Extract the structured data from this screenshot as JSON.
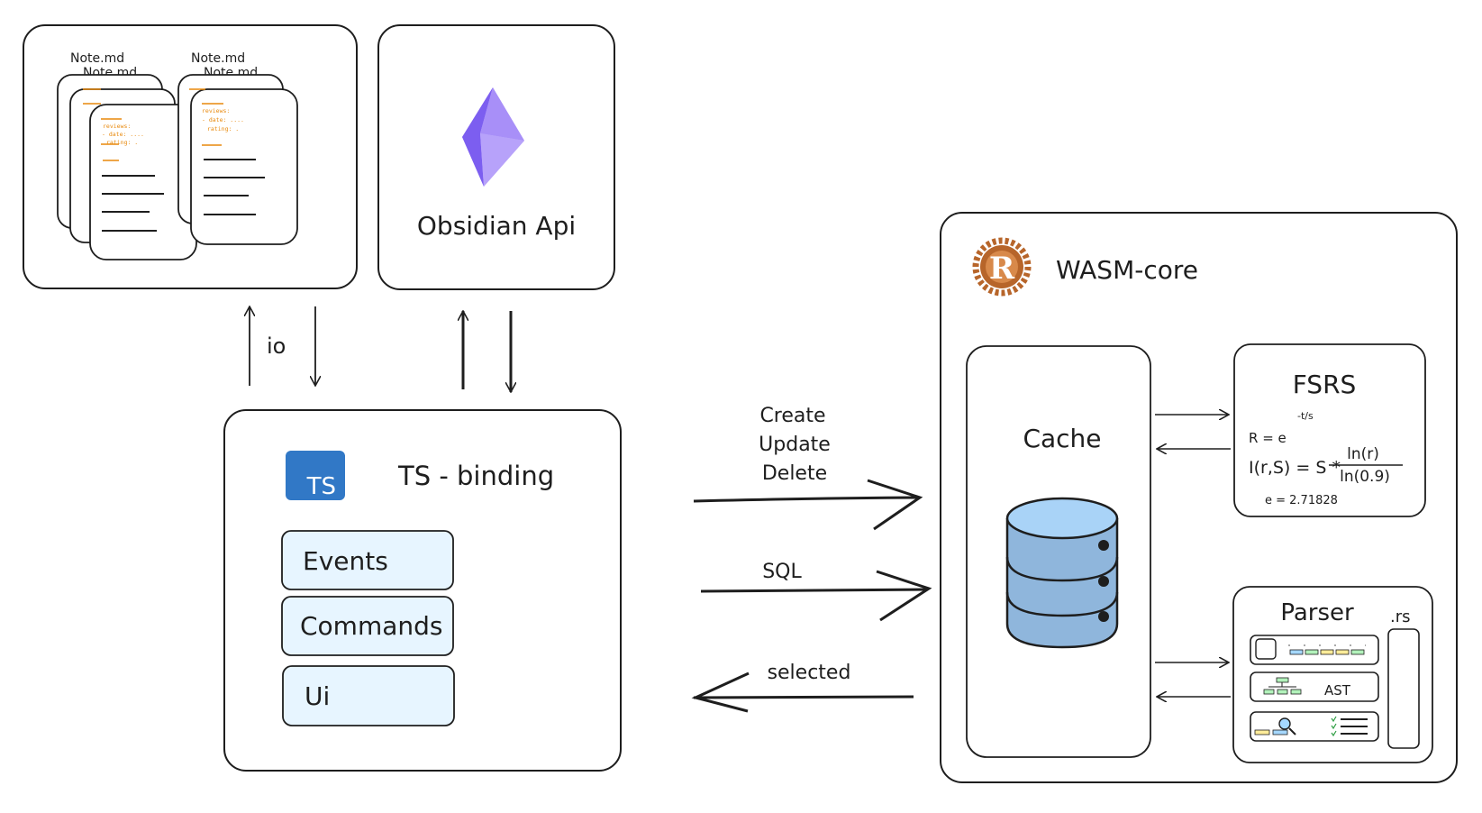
{
  "notes": {
    "filename": "Note.md",
    "frontmatter": [
      "reviews:",
      "- date: ....",
      "rating: ."
    ]
  },
  "obsidian": {
    "label": "Obsidian Api"
  },
  "io_label": "io",
  "ts": {
    "badge": "TS",
    "title": "TS - binding",
    "modules": [
      "Events",
      "Commands",
      "Ui"
    ]
  },
  "arrows": {
    "crud": [
      "Create",
      "Update",
      "Delete"
    ],
    "sql": "SQL",
    "selected": "selected"
  },
  "wasm": {
    "logo_letter": "R",
    "title": "WASM-core",
    "cache": "Cache",
    "fsrs": {
      "title": "FSRS",
      "r_formula": "R = e",
      "exponent": "-t/s",
      "i_formula": "I(r,S) = S *",
      "numerator": "ln(r)",
      "denominator": "ln(0.9)",
      "e_value": "e = 2.71828"
    },
    "parser": {
      "title": "Parser",
      "ext": ".rs",
      "ast": "AST"
    }
  },
  "colors": {
    "stroke": "#1e1e1e",
    "ts_blue": "#3178c6",
    "module_fill": "#e7f5ff",
    "obsidian_light": "#c3b2fa",
    "obsidian_dark": "#7c5ef0",
    "rust": "#b7652a",
    "db_fill": "#8fb6dc",
    "db_top": "#a9d3f7",
    "orange": "#e8890c"
  }
}
